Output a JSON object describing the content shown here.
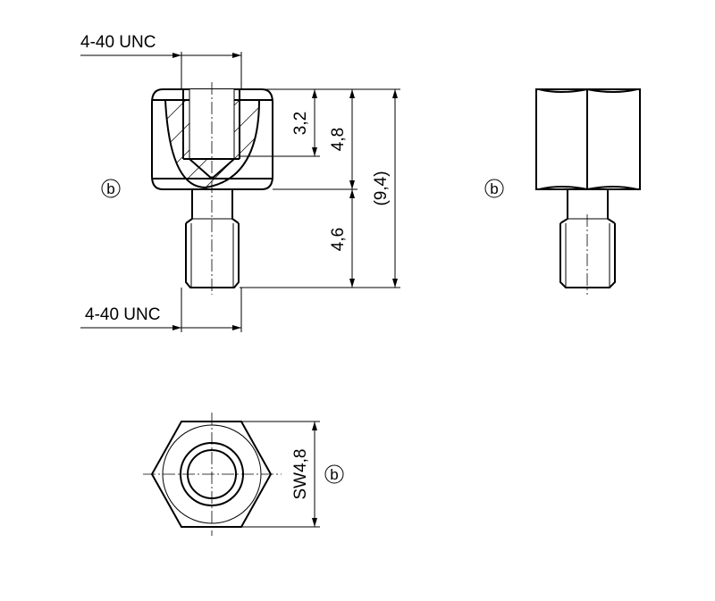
{
  "dimensions": {
    "thread_top": "4-40 UNC",
    "thread_bottom": "4-40 UNC",
    "bore_depth": "3,2",
    "hex_height": "4,8",
    "total_length": "(9,4)",
    "stud_length": "4,6",
    "across_flats": "SW4,8"
  },
  "markers": {
    "front": "b",
    "side": "b",
    "top": "b"
  }
}
